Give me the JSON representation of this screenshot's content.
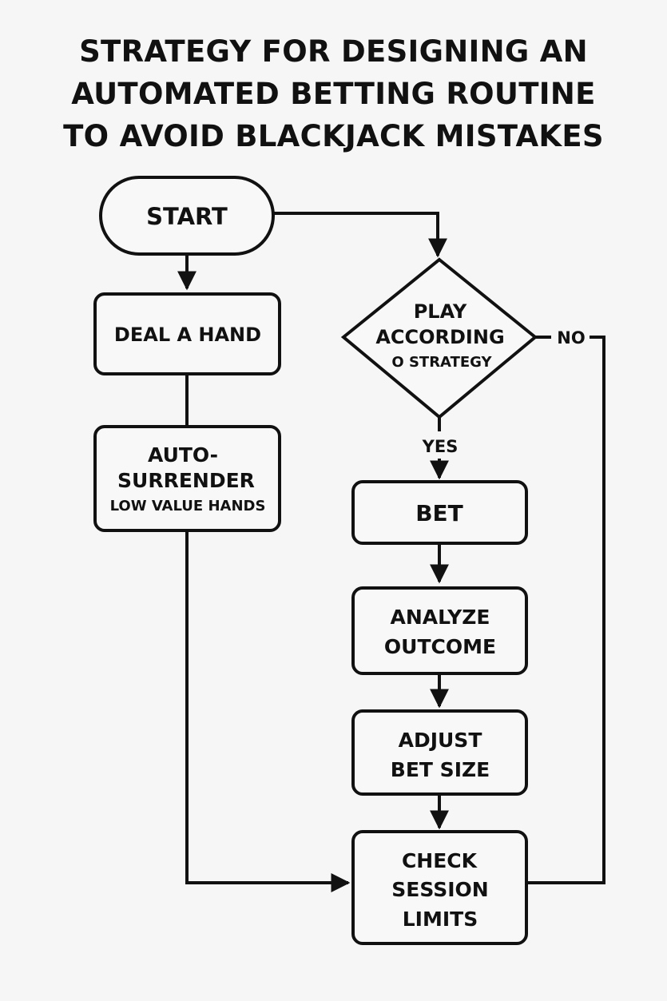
{
  "title": {
    "line1": "STRATEGY FOR DESIGNING AN",
    "line2": "AUTOMATED BETTING ROUTINE",
    "line3": "TO AVOID BLACKJACK MISTAKES"
  },
  "nodes": {
    "start": "START",
    "deal": "DEAL A HAND",
    "surrender": {
      "l1": "AUTO-",
      "l2": "SURRENDER",
      "l3": "LOW VALUE HANDS"
    },
    "decision": {
      "l1": "PLAY",
      "l2": "ACCORDING",
      "l3": "O STRATEGY"
    },
    "bet": "BET",
    "analyze": {
      "l1": "ANALYZE",
      "l2": "OUTCOME"
    },
    "adjust": {
      "l1": "ADJUST",
      "l2": "BET SIZE"
    },
    "check": {
      "l1": "CHECK",
      "l2": "SESSION",
      "l3": "LIMITS"
    }
  },
  "edges": {
    "yes": "YES",
    "no": "NO"
  },
  "colors": {
    "background": "#f6f6f6",
    "stroke": "#111111",
    "box_fill": "#f8f8f8"
  }
}
